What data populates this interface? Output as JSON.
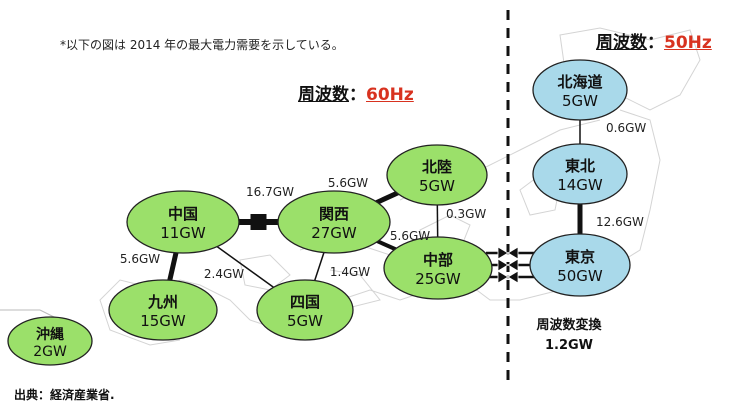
{
  "note": "*以下の図は 2014 年の最大電力需要を示している。",
  "freq_west": {
    "label": "周波数",
    "sep": "：",
    "value": "60Hz"
  },
  "freq_east": {
    "label": "周波数",
    "sep": "：",
    "value": "50Hz"
  },
  "source": "出典：経済産業省.",
  "converter": {
    "title": "周波数変換",
    "value": "1.2GW"
  },
  "colors": {
    "west_node": "#9be06a",
    "east_node": "#a9d9ea",
    "outline": "#222222",
    "accent": "#d8321f"
  },
  "regions": [
    {
      "id": "hokkaido",
      "name": "北海道",
      "demand": "5GW"
    },
    {
      "id": "tohoku",
      "name": "東北",
      "demand": "14GW"
    },
    {
      "id": "tokyo",
      "name": "東京",
      "demand": "50GW"
    },
    {
      "id": "hokuriku",
      "name": "北陸",
      "demand": "5GW"
    },
    {
      "id": "chubu",
      "name": "中部",
      "demand": "25GW"
    },
    {
      "id": "kansai",
      "name": "関西",
      "demand": "27GW"
    },
    {
      "id": "chugoku",
      "name": "中国",
      "demand": "11GW"
    },
    {
      "id": "kyushu",
      "name": "九州",
      "demand": "15GW"
    },
    {
      "id": "shikoku",
      "name": "四国",
      "demand": "5GW"
    },
    {
      "id": "okinawa",
      "name": "沖縄",
      "demand": "2GW"
    }
  ],
  "links": [
    {
      "from": "hokkaido",
      "to": "tohoku",
      "capacity": "0.6GW"
    },
    {
      "from": "tohoku",
      "to": "tokyo",
      "capacity": "12.6GW"
    },
    {
      "from": "chugoku",
      "to": "kansai",
      "capacity": "16.7GW"
    },
    {
      "from": "kansai",
      "to": "hokuriku",
      "capacity": "5.6GW"
    },
    {
      "from": "kansai",
      "to": "chubu",
      "capacity": "5.6GW"
    },
    {
      "from": "hokuriku",
      "to": "chubu",
      "capacity": "0.3GW"
    },
    {
      "from": "chugoku",
      "to": "kyushu",
      "capacity": "5.6GW"
    },
    {
      "from": "chugoku",
      "to": "shikoku",
      "capacity": "2.4GW"
    },
    {
      "from": "kansai",
      "to": "shikoku",
      "capacity": "1.4GW"
    },
    {
      "from": "chubu",
      "to": "tokyo",
      "capacity": ""
    }
  ]
}
